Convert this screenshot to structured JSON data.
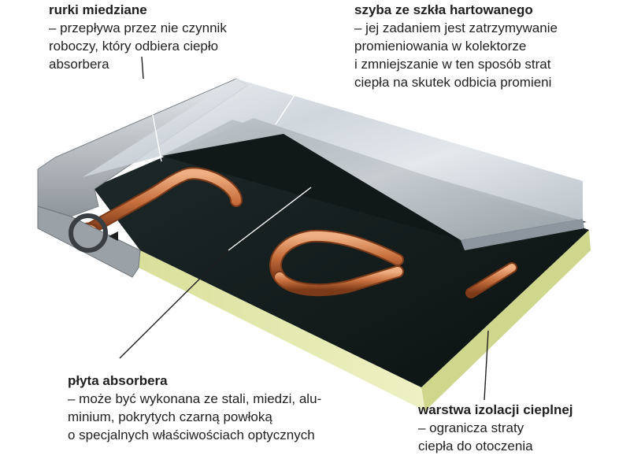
{
  "labels": {
    "tubes": {
      "title": "rurki miedziane",
      "lines": [
        "– przepływa przez nie czynnik",
        "roboczy, który odbiera ciepło",
        "absorbera"
      ]
    },
    "glass": {
      "title": "szyba ze szkła hartowanego",
      "lines": [
        "– jej zadaniem jest zatrzymywanie",
        "promieniowania w kolektorze",
        "i zmniejszanie w ten sposób strat",
        "ciepła na skutek odbicia promieni"
      ]
    },
    "absorber": {
      "title": "płyta absorbera",
      "lines": [
        "– może być wykonana ze stali, miedzi, alu-",
        "minium, pokrytych czarną powłoką",
        "o specjalnych właściwościach optycznych"
      ]
    },
    "insulation": {
      "title": "warstwa izolacji cieplnej",
      "lines": [
        "– ogranicza straty",
        "ciepła do otoczenia"
      ]
    }
  },
  "colors": {
    "glass": "#cfd6dd",
    "absorber": "#141c1c",
    "copper": "#c8703e",
    "insulation": "#dfe6a6",
    "frame": "#b9bfc4"
  }
}
